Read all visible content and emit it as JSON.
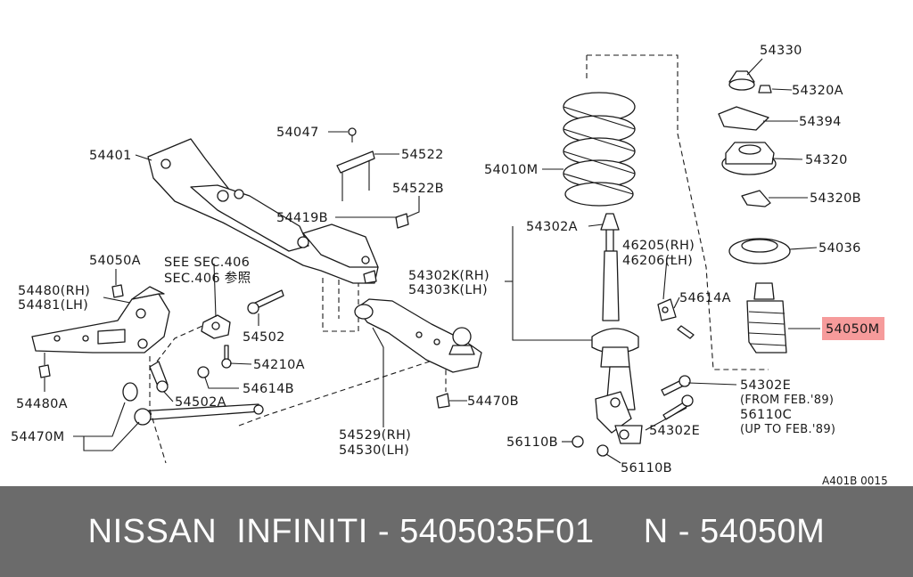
{
  "diagram": {
    "labels": {
      "p54330": "54330",
      "p54320A": "54320A",
      "p54394": "54394",
      "p54320": "54320",
      "p54320B": "54320B",
      "p54036": "54036",
      "p54050M": "54050M",
      "p54010M": "54010M",
      "p54302A": "54302A",
      "p46205": "46205(RH)",
      "p46206": "46206(LH)",
      "p54614A": "54614A",
      "p54302K": "54302K(RH)",
      "p54303K": "54303K(LH)",
      "p54302E_a": "54302E",
      "fromFeb": "(FROM FEB.'89)",
      "p56110C": "56110C",
      "uptoFeb": "(UP TO FEB.'89)",
      "p54302E_b": "54302E",
      "p56110B_a": "56110B",
      "p56110B_b": "56110B",
      "p54401": "54401",
      "p54047": "54047",
      "p54522": "54522",
      "p54522B": "54522B",
      "p54419B": "54419B",
      "p54050A": "54050A",
      "seeSec": "SEE SEC.406",
      "sec406": "SEC.406 参照",
      "p54480RH": "54480(RH)",
      "p54481LH": "54481(LH)",
      "p54502": "54502",
      "p54210A": "54210A",
      "p54614B": "54614B",
      "p54502A": "54502A",
      "p54480A": "54480A",
      "p54470M": "54470M",
      "p54470B": "54470B",
      "p54529": "54529(RH)",
      "p54530": "54530(LH)",
      "refCode": "A401B 0015"
    },
    "highlight_color": "#f48a8a"
  },
  "banner": {
    "text": "NISSAN  INFINITI - 5405035F01     N - 54050M",
    "background": "#6b6b6b"
  }
}
